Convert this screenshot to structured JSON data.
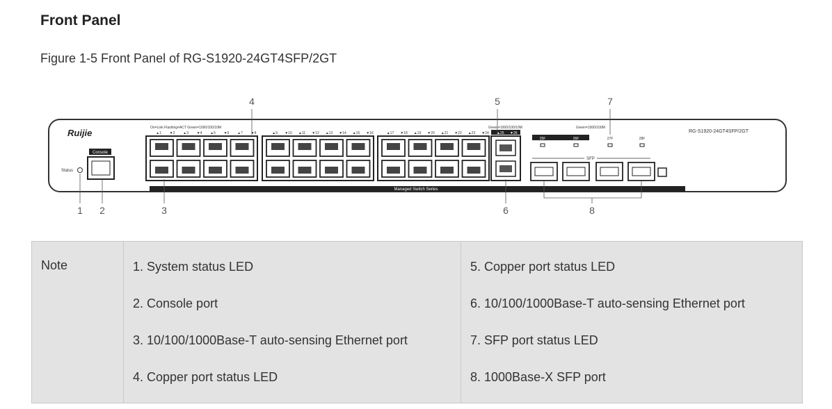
{
  "section_title": "Front Panel",
  "figure_caption": "Figure 1-5 Front Panel of RG-S1920-24GT4SFP/2GT",
  "panel": {
    "brand": "Ruijie",
    "model": "RG-S1920-24GT4SFP/2GT",
    "series": "Managed Switch Series",
    "status_label": "Status",
    "console_label": "Console",
    "led_legend": "On=Link Flashing=ACT Green=1000/100/10M",
    "combo_led_legend": "Green=1000/100/10M",
    "sfp_led_legend": "Green=1000/100M",
    "sfp_group_label": "SFP",
    "port_labels_group1": [
      "▲1",
      "▼2",
      "▲3",
      "▼4",
      "▲5",
      "▼6",
      "▲7",
      "▼8"
    ],
    "port_labels_group2": [
      "▲9",
      "▼10",
      "▲11",
      "▼12",
      "▲13",
      "▼14",
      "▲15",
      "▼16"
    ],
    "port_labels_group3": [
      "▲17",
      "▼18",
      "▲19",
      "▼20",
      "▲21",
      "▼22",
      "▲23",
      "▼24"
    ],
    "combo_port_labels": [
      "▲25",
      "▼26"
    ],
    "sfp_port_labels": [
      "25F",
      "26F",
      "27F",
      "28F"
    ],
    "callouts": [
      "1",
      "2",
      "3",
      "4",
      "5",
      "6",
      "7",
      "8"
    ]
  },
  "note": {
    "label": "Note",
    "col1": [
      "1. System status LED",
      "2. Console port",
      "3. 10/100/1000Base-T auto-sensing Ethernet port",
      "4. Copper port status LED"
    ],
    "col2": [
      "5. Copper port status LED",
      "6. 10/100/1000Base-T auto-sensing Ethernet port",
      "7. SFP port status LED",
      "8. 1000Base-X SFP port"
    ]
  }
}
